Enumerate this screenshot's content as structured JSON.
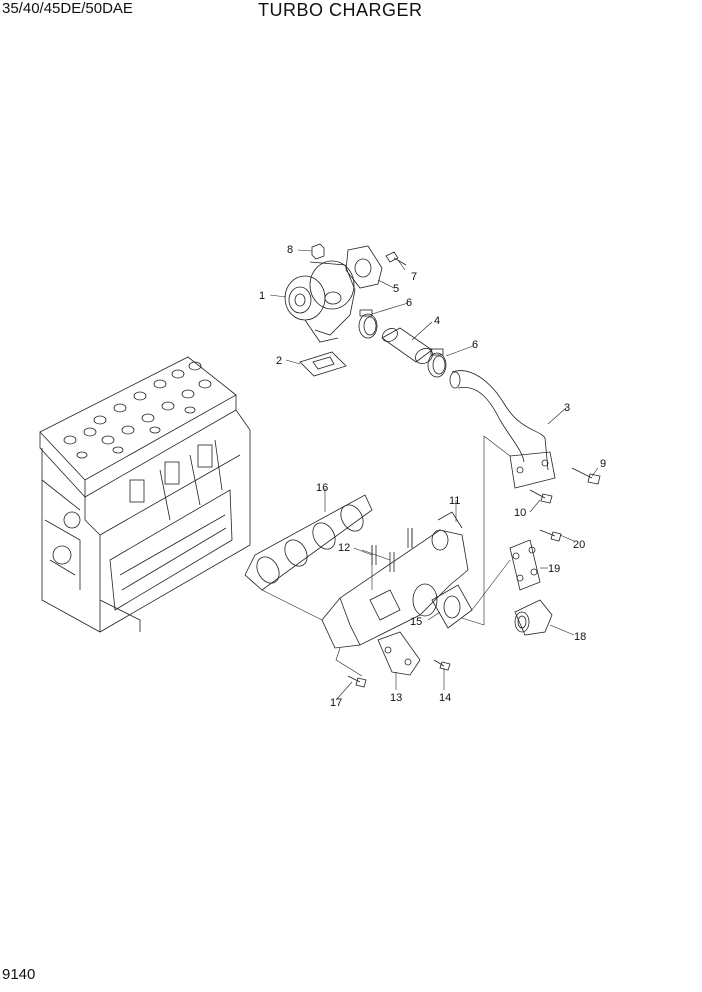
{
  "header": {
    "model": "35/40/45DE/50DAE",
    "title": "TURBO CHARGER"
  },
  "footer": {
    "page_number": "9140"
  },
  "callouts": [
    "1",
    "2",
    "3",
    "4",
    "5",
    "6",
    "6",
    "7",
    "8",
    "9",
    "10",
    "11",
    "12",
    "13",
    "14",
    "15",
    "16",
    "17",
    "18",
    "19",
    "20"
  ]
}
